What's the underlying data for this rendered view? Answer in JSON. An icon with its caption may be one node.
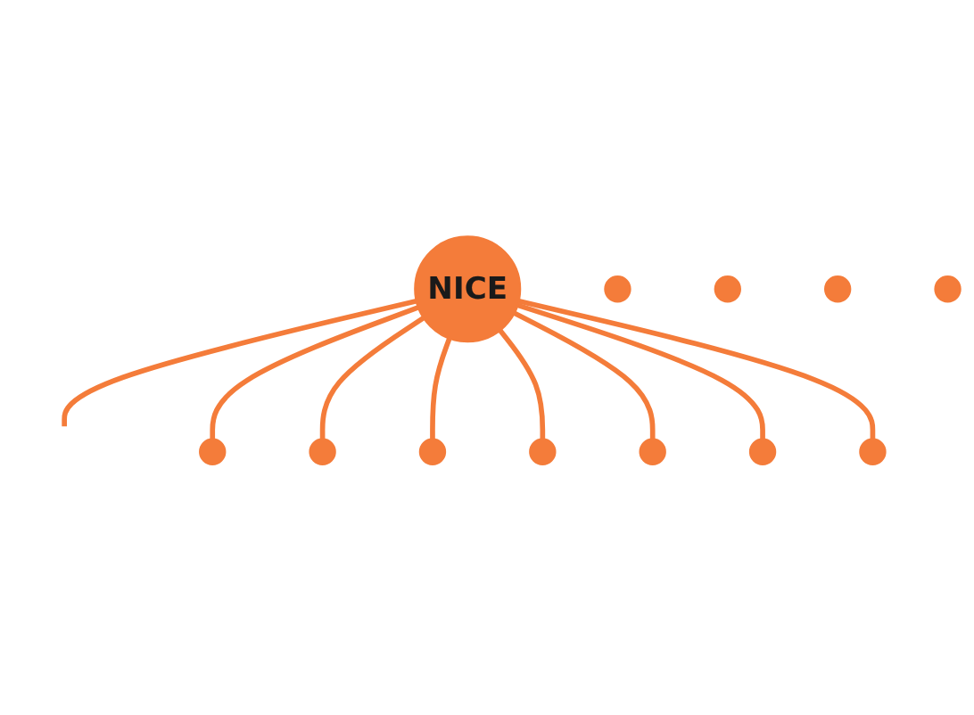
{
  "diagram": {
    "nodes": [
      {
        "text": [
          "NICE"
        ]
      },
      {
        "text": [],
        "shape": "circle"
      },
      {
        "text": [],
        "shape": "circle"
      },
      {
        "text": [],
        "shape": "circle"
      },
      {
        "text": [],
        "shape": "circle"
      },
      {
        "text": [],
        "shape": "circle"
      },
      {
        "text": [],
        "shape": "circle"
      },
      {
        "text": [],
        "shape": "circle"
      },
      {
        "text": [],
        "shape": "circle"
      },
      {
        "text": [],
        "shape": "circle"
      },
      {
        "text": [],
        "shape": "circle"
      },
      {
        "text": [],
        "shape": "circle"
      }
    ],
    "edges": [
      {
        "from": 0,
        "to": null,
        "arrow": "none"
      },
      {
        "from": 0,
        "to": 2,
        "arrow": "none"
      },
      {
        "from": 0,
        "to": 3,
        "arrow": "none"
      },
      {
        "from": 0,
        "to": 4,
        "arrow": "none"
      },
      {
        "from": 0,
        "to": 5,
        "arrow": "none"
      },
      {
        "from": 0,
        "to": 6,
        "arrow": "none"
      },
      {
        "from": 0,
        "to": 7,
        "arrow": "none"
      },
      {
        "from": 0,
        "to": 10,
        "arrow": "none"
      }
    ]
  }
}
